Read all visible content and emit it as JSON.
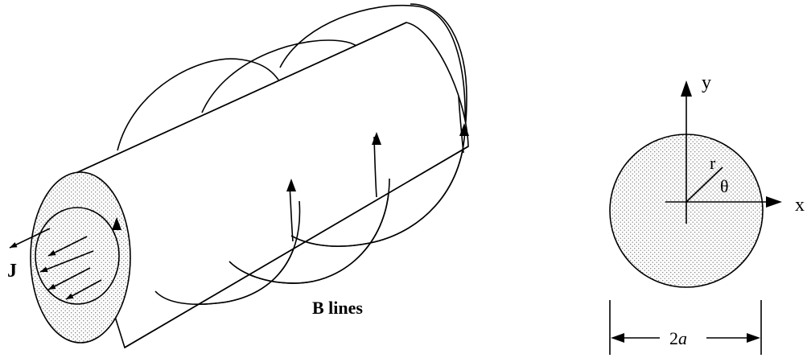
{
  "left_figure": {
    "current_label": "J",
    "field_label": "B lines"
  },
  "right_figure": {
    "y_axis_label": "y",
    "x_axis_label": "x",
    "radius_label": "r",
    "angle_label": "θ",
    "diameter_prefix": "2",
    "diameter_symbol": "a"
  },
  "colors": {
    "stroke": "#000000",
    "dots": "#7a7a7a",
    "background": "#ffffff"
  }
}
